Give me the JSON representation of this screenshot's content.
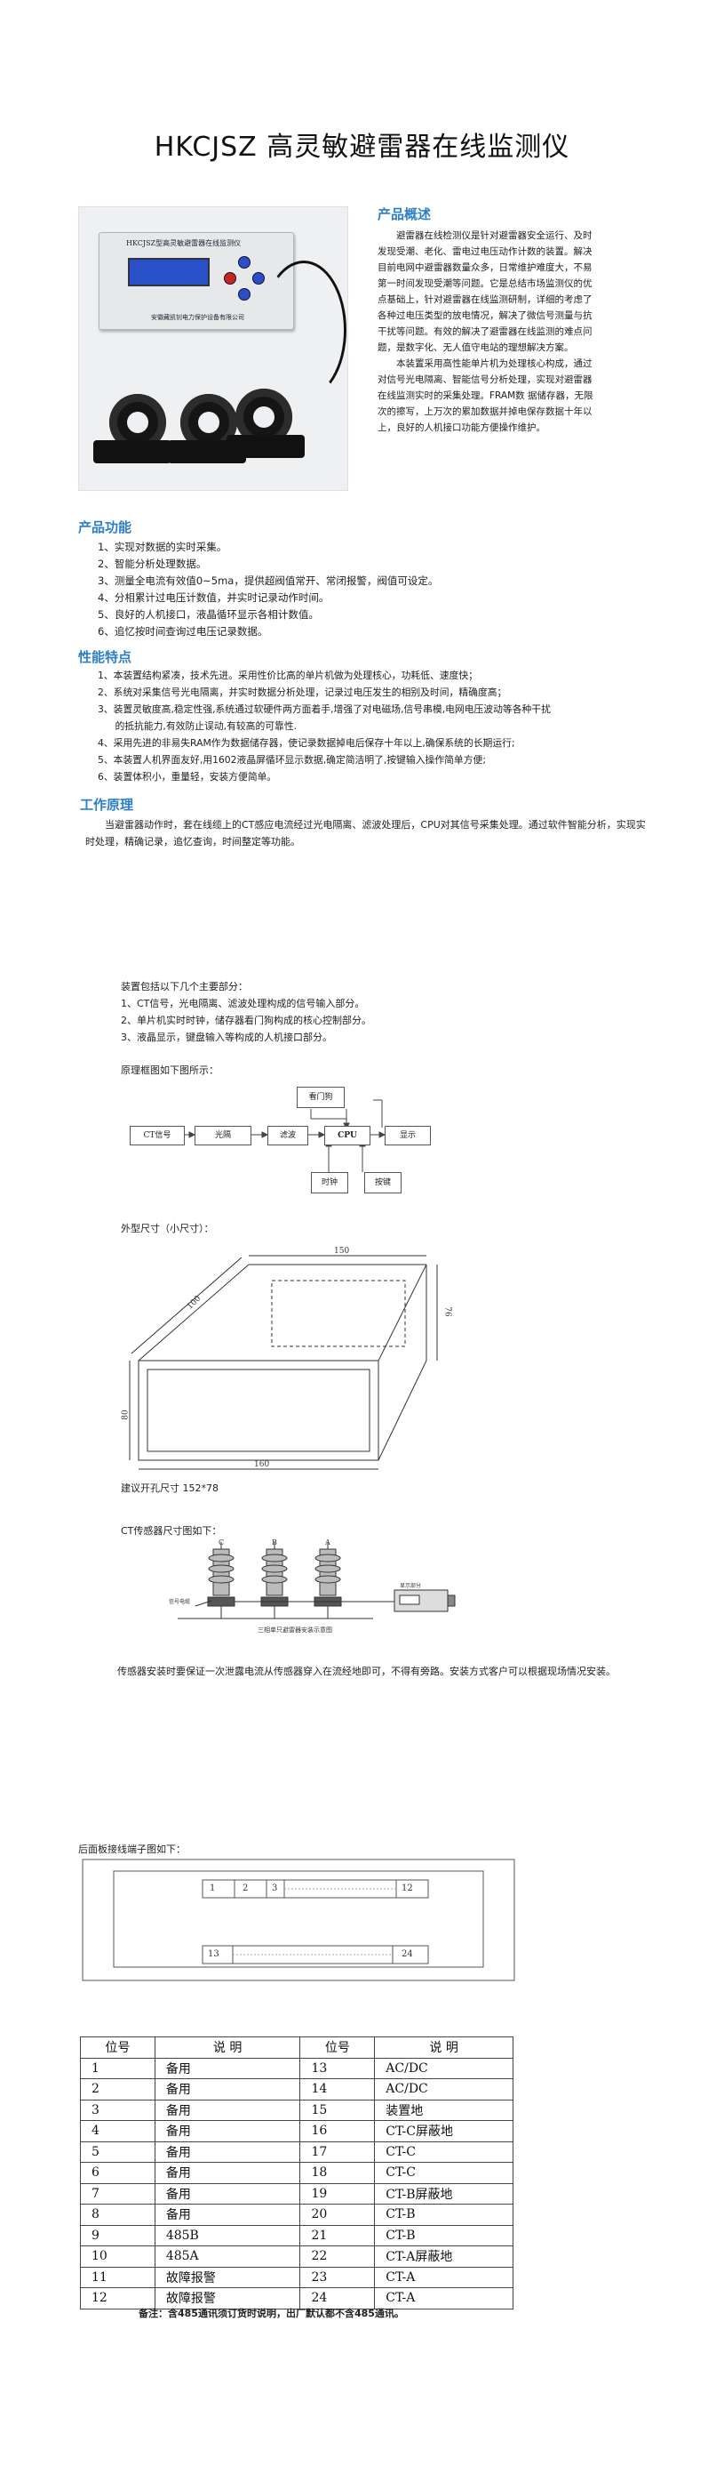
{
  "title": "HKCJSZ 高灵敏避雷器在线监测仪",
  "device_photo": {
    "plate_text": "HKCJSZ型高灵敏避雷器在线监测仪",
    "maker_text": "安徽藏凯钊电力保护设备有限公司"
  },
  "overview": {
    "heading": "产品概述",
    "lines": [
      "避雷器在线检测仪是针对避雷器安全运行、及时",
      "发现受潮、老化、雷电过电压动作计数的装置。解决",
      "目前电网中避雷器数量众多，日常维护难度大，不易",
      "第一时间发现受潮等问题。它是总结市场监测仪的优",
      "点基础上，针对避雷器在线监测研制，详细的考虑了",
      "各种过电压类型的放电情况，解决了微信号测量与抗",
      "干扰等问题。有效的解决了避雷器在线监测的难点问",
      "题，是数字化、无人值守电站的理想解决方案。",
      "本装置采用高性能单片机为处理核心构成，通过",
      "对信号光电隔离、智能信号分析处理，实现对避雷器",
      "在线监测实时的采集处理。FRAM数 据储存器，无限",
      "次的擦写，上万次的累加数据并掉电保存数据十年以",
      "上，良好的人机接口功能方便操作维护。"
    ]
  },
  "functions": {
    "heading": "产品功能",
    "items": [
      "1、实现对数据的实时采集。",
      "2、智能分析处理数据。",
      "3、测量全电流有效值0~5ma，提供超阀值常开、常闭报警，阀值可设定。",
      "4、分相累计过电压计数值，并实时记录动作时间。",
      "5、良好的人机接口，液晶循环显示各相计数值。",
      "6、追忆按时间查询过电压记录数据。"
    ]
  },
  "features": {
    "heading": "性能特点",
    "items": [
      "1、本装置结构紧凑，技术先进。采用性价比高的单片机做为处理核心，功耗低、速度快；",
      "2、系统对采集信号光电隔离，并实时数据分析处理，记录过电压发生的相别及时间，精确度高；",
      "3、装置灵敏度高,稳定性强,系统通过软硬件两方面着手,增强了对电磁场,信号串模,电网电压波动等各种干扰",
      "的抵抗能力,有效防止误动,有较高的可靠性.",
      "4、采用先进的非易失RAM作为数据储存器，使记录数据掉电后保存十年以上,确保系统的长期运行;",
      "5、本装置人机界面友好,用1602液晶屏循环显示数据,确定简洁明了,按键输入操作简单方便;",
      "6、装置体积小，重量轻，安装方便简单。"
    ]
  },
  "principle": {
    "heading": "工作原理",
    "text": "当避雷器动作时，套在线缆上的CT感应电流经过光电隔离、滤波处理后，CPU对其信号采集处理。通过软件智能分析，实现实时处理，精确记录，追忆查询，时间整定等功能。"
  },
  "components": {
    "intro": "装置包括以下几个主要部分：",
    "items": [
      "1、CT信号，光电隔离、滤波处理构成的信号输入部分。",
      "2、单片机实时时钟，储存器看门狗构成的核心控制部分。",
      "3、液晶显示，键盘输入等构成的人机接口部分。"
    ]
  },
  "block_diagram": {
    "caption": "原理框图如下图所示：",
    "blocks": {
      "watchdog": "看门狗",
      "ct": "CT信号",
      "isolation": "光隔",
      "filter": "滤波",
      "cpu": "CPU",
      "display": "显示",
      "clock": "时钟",
      "keys": "按键"
    }
  },
  "dimensions": {
    "caption": "外型尺寸（小尺寸）：",
    "top_width": "150",
    "depth": "100",
    "side_height": "76",
    "front_height": "80",
    "front_width": "160",
    "cutout": "建议开孔尺寸 152*78"
  },
  "ct_sensor": {
    "caption": "CT传感器尺寸图如下：",
    "phase_labels": [
      "C",
      "B",
      "A"
    ],
    "display_label": "显示部分",
    "cable_label": "信号电缆",
    "diagram_title": "三相单只避雷器安装示意图",
    "note": "传感器安装时要保证一次泄露电流从传感器穿入在流经地即可，不得有旁路。安装方式客户可以根据现场情况安装。"
  },
  "rear_panel": {
    "caption": "后面板接线端子图如下：",
    "top_terminals": [
      "1",
      "2",
      "3",
      "12"
    ],
    "bottom_terminals": [
      "13",
      "24"
    ]
  },
  "pin_table": {
    "headers": [
      "位号",
      "说  明",
      "位号",
      "说  明"
    ],
    "rows": [
      [
        "1",
        "备用",
        "13",
        "AC/DC"
      ],
      [
        "2",
        "备用",
        "14",
        "AC/DC"
      ],
      [
        "3",
        "备用",
        "15",
        "装置地"
      ],
      [
        "4",
        "备用",
        "16",
        "CT-C屏蔽地"
      ],
      [
        "5",
        "备用",
        "17",
        "CT-C"
      ],
      [
        "6",
        "备用",
        "18",
        "CT-C"
      ],
      [
        "7",
        "备用",
        "19",
        "CT-B屏蔽地"
      ],
      [
        "8",
        "备用",
        "20",
        "CT-B"
      ],
      [
        "9",
        "485B",
        "21",
        "CT-B"
      ],
      [
        "10",
        "485A",
        "22",
        "CT-A屏蔽地"
      ],
      [
        "11",
        "故障报警",
        "23",
        "CT-A"
      ],
      [
        "12",
        "故障报警",
        "24",
        "CT-A"
      ]
    ]
  },
  "footer_note": "备注：含485通讯须订货时说明，出厂默认都不含485通讯。"
}
